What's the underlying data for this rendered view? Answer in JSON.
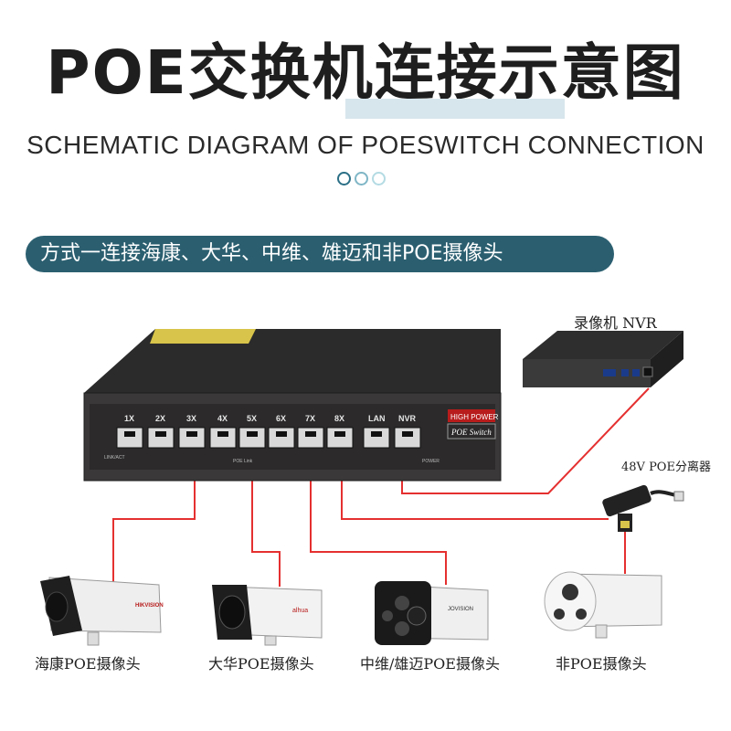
{
  "title": "POE交换机连接示意图",
  "subtitle": "SCHEMATIC DIAGRAM OF POESWITCH CONNECTION",
  "banner": "方式一连接海康、大华、中维、雄迈和非POE摄像头",
  "nvr_label": "录像机 NVR",
  "splitter_label": "48V POE分离器",
  "switch": {
    "port_labels": [
      "1X",
      "2X",
      "3X",
      "4X",
      "5X",
      "6X",
      "7X",
      "8X",
      "LAN",
      "NVR"
    ],
    "badge_high": "HIGH POWER",
    "badge_poe": "POE Switch",
    "small_left": "LINK/ACT",
    "small_mid": "POE Link",
    "small_right": "POWER"
  },
  "cameras": [
    {
      "label": "海康POE摄像头",
      "brand": "HIKVISION"
    },
    {
      "label": "大华POE摄像头",
      "brand": "alhua"
    },
    {
      "label": "中维/雄迈POE摄像头",
      "brand": "JOVISION"
    },
    {
      "label": "非POE摄像头",
      "brand": ""
    }
  ],
  "colors": {
    "accent": "#2b5f70",
    "connection_line": "#e53030",
    "dot1": "#2b6f86",
    "dot2": "#7fb6c6",
    "dot3": "#b4dbe3"
  }
}
